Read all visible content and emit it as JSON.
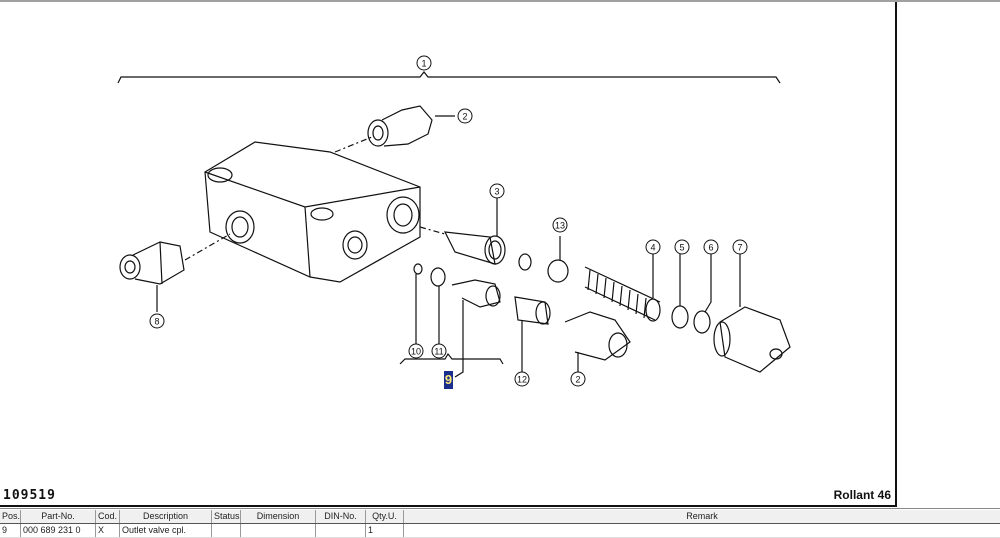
{
  "drawing": {
    "drawing_number": "109519",
    "model": "Rollant 46",
    "selected_position": "9",
    "callouts": [
      "1",
      "2",
      "3",
      "4",
      "5",
      "6",
      "7",
      "8",
      "10",
      "11",
      "12",
      "13",
      "2"
    ]
  },
  "parts_table": {
    "columns": [
      "Pos.",
      "Part-No.",
      "Cod.",
      "Description",
      "Status",
      "Dimension",
      "DIN-No.",
      "Qty.U.",
      "Remark"
    ],
    "rows": [
      {
        "pos": "9",
        "part_no": "000 689 231 0",
        "cod": "X",
        "description": "Outlet valve cpl.",
        "status": "",
        "dimension": "",
        "din_no": "",
        "qty": "1",
        "remark": ""
      }
    ]
  }
}
